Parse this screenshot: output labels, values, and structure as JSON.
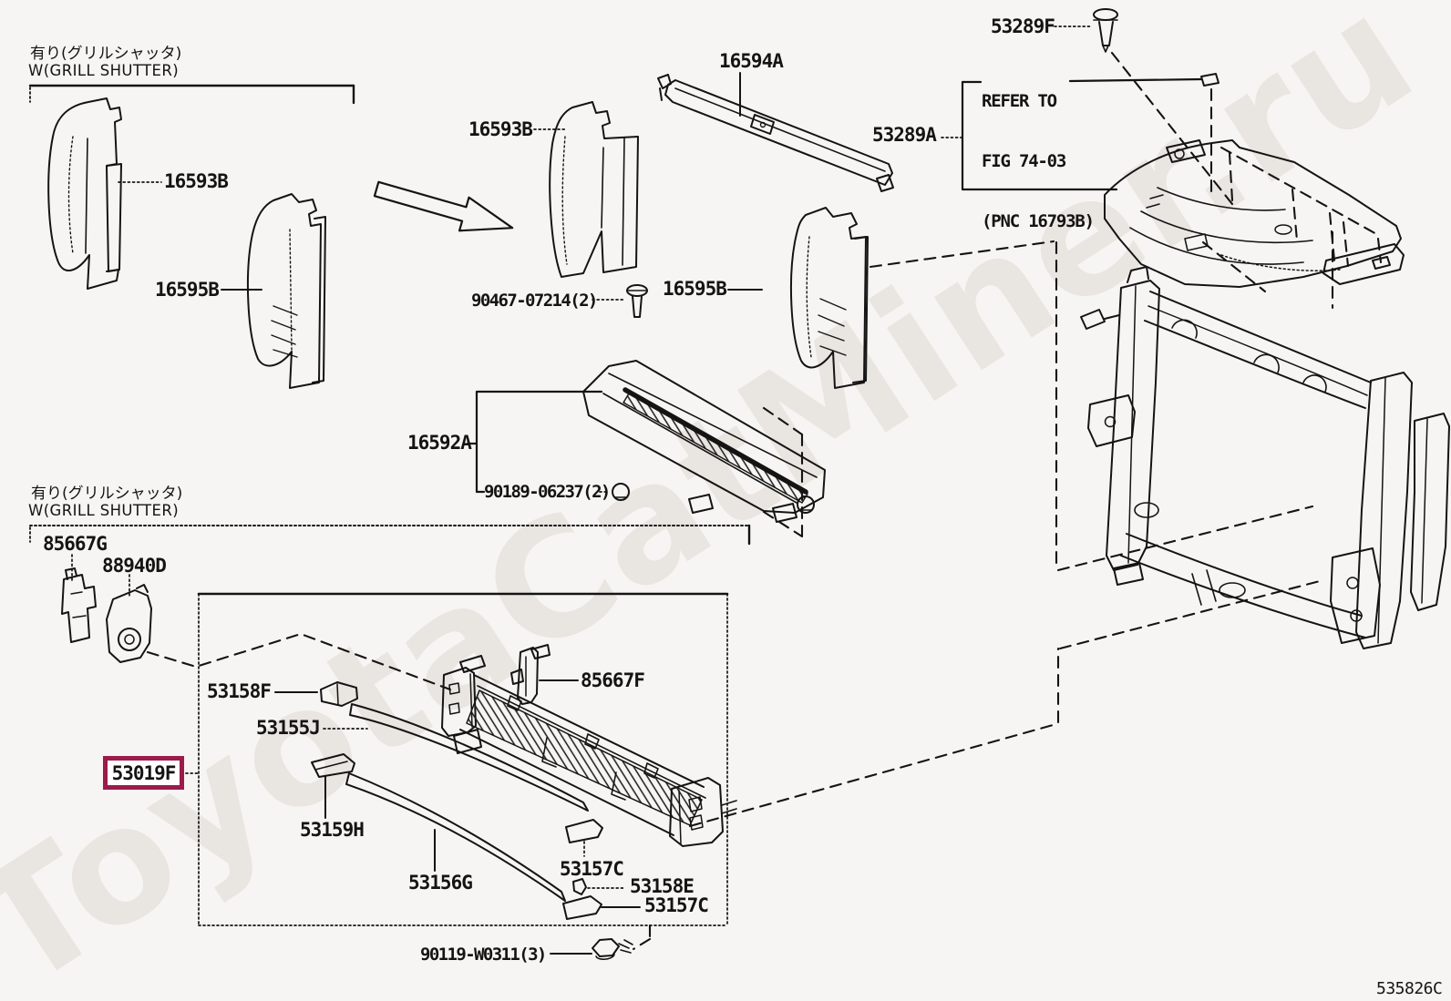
{
  "diagram": {
    "code": "535826C",
    "watermark": "ToyotaCatMiner.ru",
    "background": "#f7f5f3",
    "line_color": "#141414",
    "highlight_color": "#9b1b4b",
    "selected_part": "53019F"
  },
  "notes": {
    "top_jp": "有り(グリルシャッタ)",
    "top_en": "W(GRILL SHUTTER)",
    "bottom_jp": "有り(グリルシャッタ)",
    "bottom_en": "W(GRILL SHUTTER)",
    "refer_line1": "REFER TO",
    "refer_line2": "FIG 74-03",
    "refer_line3": "(PNC 16793B)"
  },
  "parts": {
    "p16593b_left": "16593B",
    "p16595b_left": "16595B",
    "p16593b_mid": "16593B",
    "p16594a": "16594A",
    "p53289f": "53289F",
    "p53289a": "53289A",
    "p90467": "90467-07214(2)",
    "p16595b_mid": "16595B",
    "p16592a": "16592A",
    "p90189": "90189-06237(2)",
    "p85667g": "85667G",
    "p88940d": "88940D",
    "p53158f": "53158F",
    "p53155j": "53155J",
    "p53019f": "53019F",
    "p53159h": "53159H",
    "p85667f": "85667F",
    "p53156g": "53156G",
    "p53157c_1": "53157C",
    "p53158e": "53158E",
    "p53157c_2": "53157C",
    "p90119": "90119-W0311(3)"
  }
}
